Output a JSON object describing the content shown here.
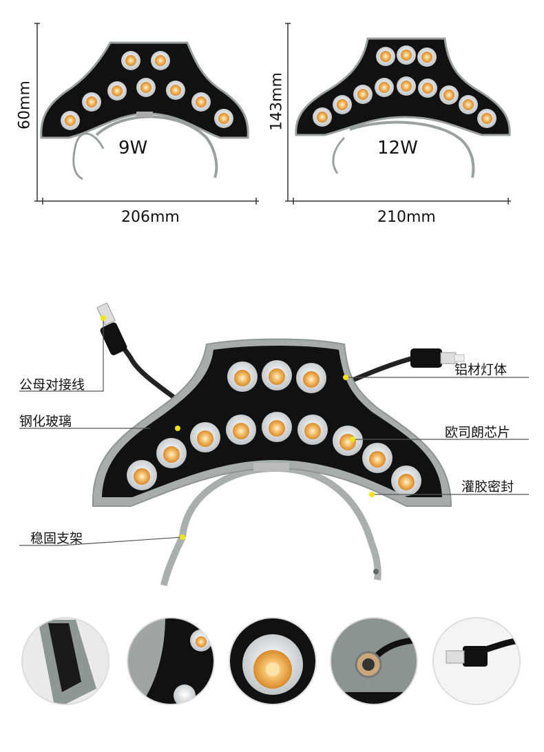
{
  "top": {
    "left_product": {
      "height": "60mm",
      "power": "9W",
      "width": "206mm"
    },
    "right_product": {
      "height": "143mm",
      "power": "12W",
      "width": "210mm"
    }
  },
  "callouts": {
    "cable": "公母对接线",
    "glass": "钢化玻璃",
    "support": "稳固支架",
    "body": "铝材灯体",
    "chip": "欧司朗芯片",
    "seal": "灌胶密封"
  },
  "colors": {
    "panel": "#111111",
    "frame": "#9aa0a0",
    "led_warm": "#f0b25a",
    "marker": "#f2e40f"
  },
  "detail_icons": [
    "housing-corner",
    "led-edge",
    "lens-closeup",
    "cable-gland",
    "connector-plug"
  ]
}
